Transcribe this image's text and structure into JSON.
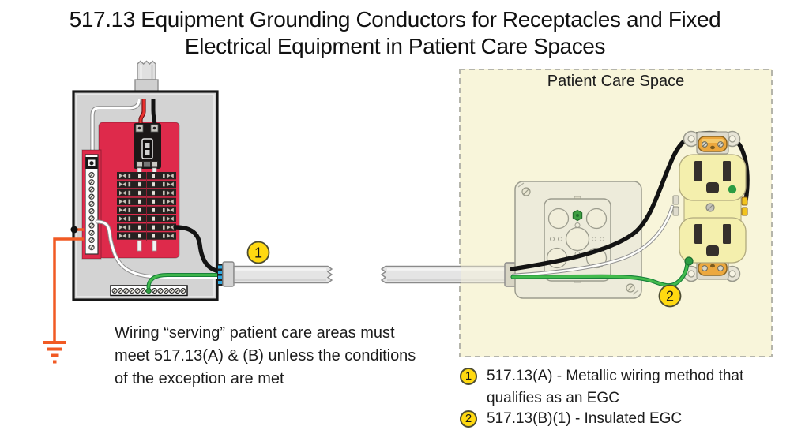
{
  "title": {
    "line1": "517.13 Equipment Grounding Conductors for Receptacles and Fixed",
    "line2": "Electrical Equipment in Patient Care Spaces"
  },
  "patient_space": {
    "label": "Patient Care Space"
  },
  "note": {
    "line1": "Wiring “serving” patient care areas must",
    "line2": "meet 517.13(A) & (B) unless the conditions",
    "line3": "of the exception are met"
  },
  "markers": {
    "conduit_marker": "1",
    "egc_marker": "2"
  },
  "legend": {
    "items": [
      {
        "number": "1",
        "line1": "517.13(A) - Metallic wiring method that",
        "line2": "qualifies as an EGC"
      },
      {
        "number": "2",
        "line1": "517.13(B)(1) - Insulated EGC"
      }
    ]
  },
  "colors": {
    "panel_red": "#de2a4b",
    "wire_green": "#3cb44a",
    "wire_orange": "#f15a24",
    "marker_yellow": "#ffd911",
    "patient_space_bg": "#f8f5da",
    "receptacle_ivory": "#f4efad"
  }
}
